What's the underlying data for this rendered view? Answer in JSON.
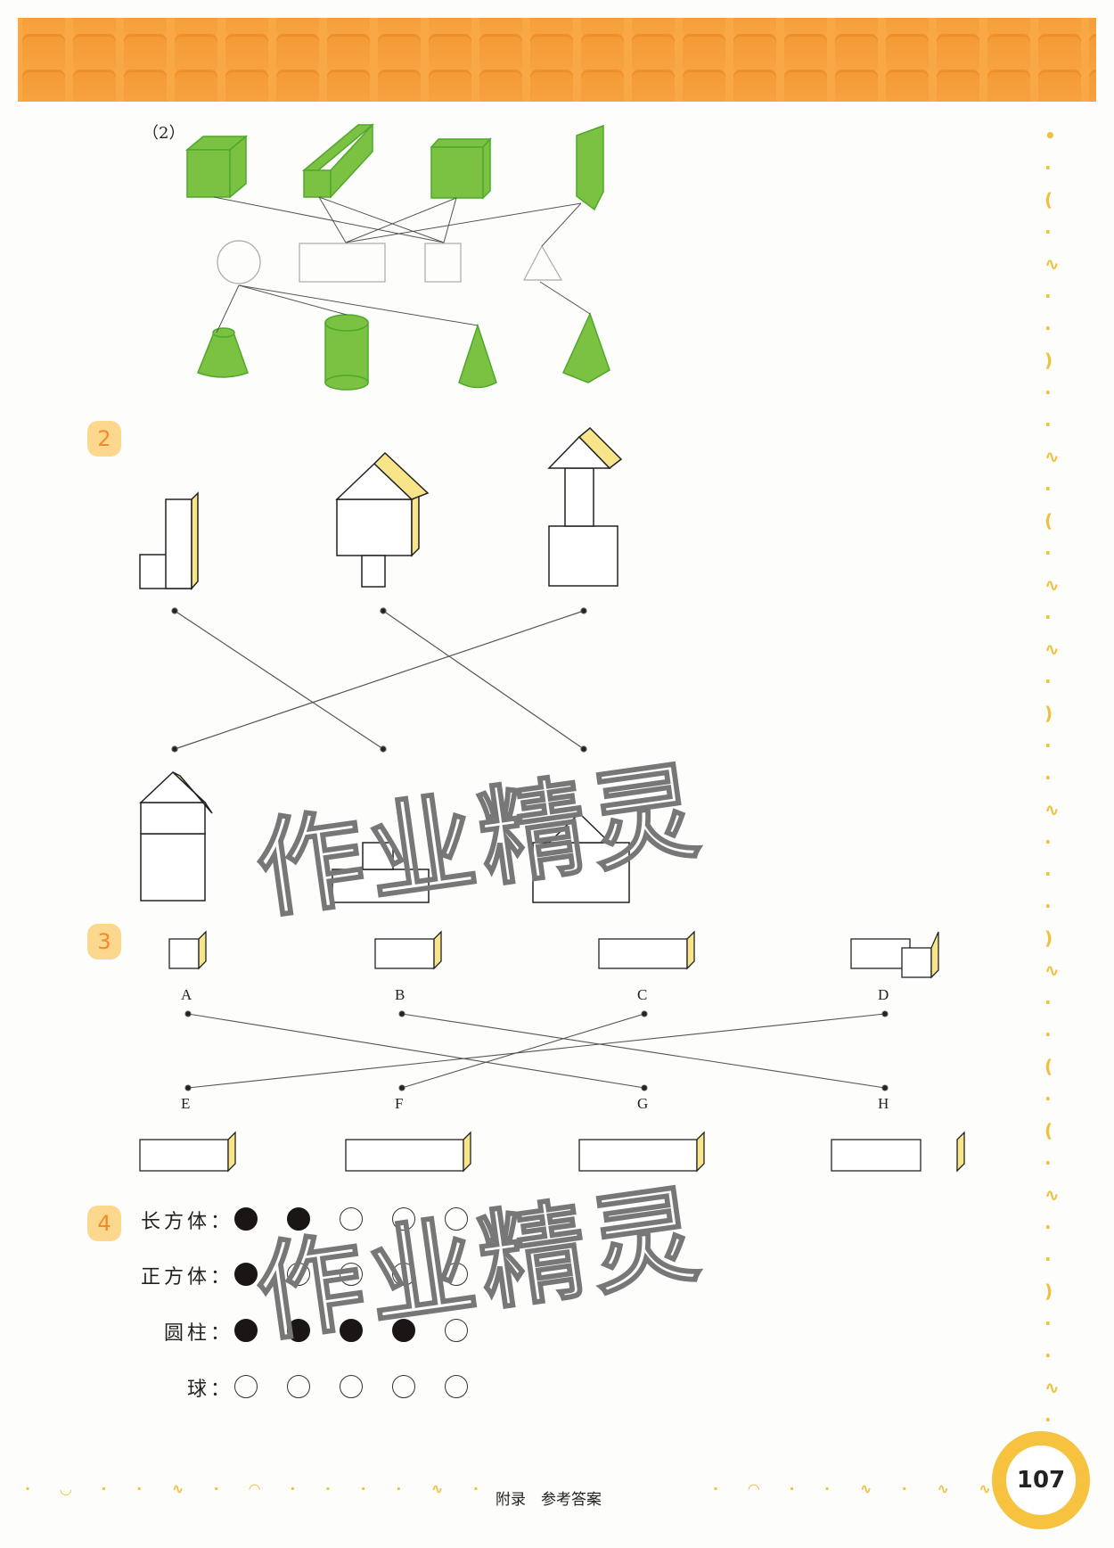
{
  "header": {
    "banner_color": "#f8a845"
  },
  "section_1_part2": {
    "label": "（2）",
    "top_solids": [
      "cube",
      "long-cuboid",
      "cuboid",
      "triangular-prism"
    ],
    "plane_shapes": [
      "circle",
      "rectangle",
      "square",
      "triangle"
    ],
    "bottom_solids": [
      "frustum",
      "cylinder",
      "cone",
      "pyramid"
    ],
    "solid_color": "#7cc242"
  },
  "section_2": {
    "number": "2"
  },
  "section_3": {
    "number": "3",
    "top_labels": [
      "A",
      "B",
      "C",
      "D"
    ],
    "bottom_labels": [
      "E",
      "F",
      "G",
      "H"
    ],
    "matches": [
      [
        "A",
        "G"
      ],
      [
        "B",
        "H"
      ],
      [
        "C",
        "F"
      ],
      [
        "D",
        "E"
      ]
    ]
  },
  "section_4": {
    "number": "4",
    "rows": [
      {
        "label": "长方体：",
        "filled": [
          true,
          true,
          false,
          false,
          false
        ]
      },
      {
        "label": "正方体：",
        "filled": [
          true,
          false,
          false,
          false,
          false
        ]
      },
      {
        "label": "圆柱：",
        "filled": [
          true,
          true,
          true,
          true,
          false
        ]
      },
      {
        "label": "球：",
        "filled": [
          false,
          false,
          false,
          false,
          false
        ]
      }
    ]
  },
  "watermark": "作业精灵",
  "footer": {
    "text": "附录　参考答案",
    "page_number": "107",
    "accent": "#f6c240"
  }
}
